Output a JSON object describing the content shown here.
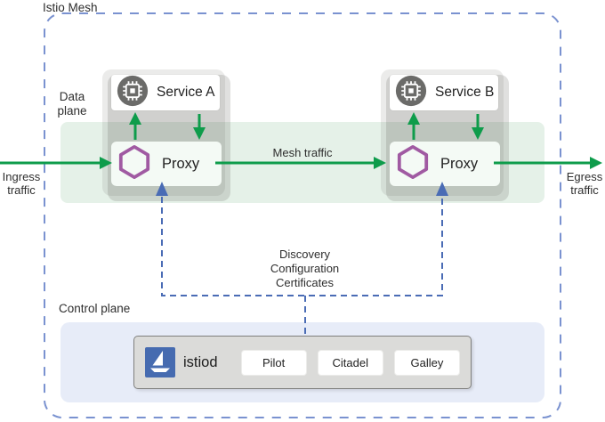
{
  "diagram_title": "Istio Mesh",
  "data_plane": {
    "label": "Data\nplane",
    "ingress_label": "Ingress\ntraffic",
    "egress_label": "Egress\ntraffic",
    "mesh_traffic_label": "Mesh traffic",
    "services": [
      {
        "label": "Service A",
        "icon": "chip-icon"
      },
      {
        "label": "Service B",
        "icon": "chip-icon"
      }
    ],
    "proxies": [
      {
        "label": "Proxy",
        "icon": "hexagon-icon"
      },
      {
        "label": "Proxy",
        "icon": "hexagon-icon"
      }
    ]
  },
  "control_plane": {
    "label": "Control plane",
    "link_label": "Discovery\nConfiguration\nCertificates",
    "istiod": {
      "label": "istiod",
      "icon": "istio-sailboat-icon",
      "components": [
        {
          "label": "Pilot"
        },
        {
          "label": "Citadel"
        },
        {
          "label": "Galley"
        }
      ]
    }
  },
  "colors": {
    "traffic_green": "#0e9c4b",
    "proxy_purple": "#a05aa2",
    "control_link_blue": "#4a6cb5",
    "mesh_border_blue": "#7a92d0",
    "istio_logo_blue": "#466bb0",
    "band_green": "#e5f1e8",
    "control_plane_bg": "#e7ecf8"
  }
}
